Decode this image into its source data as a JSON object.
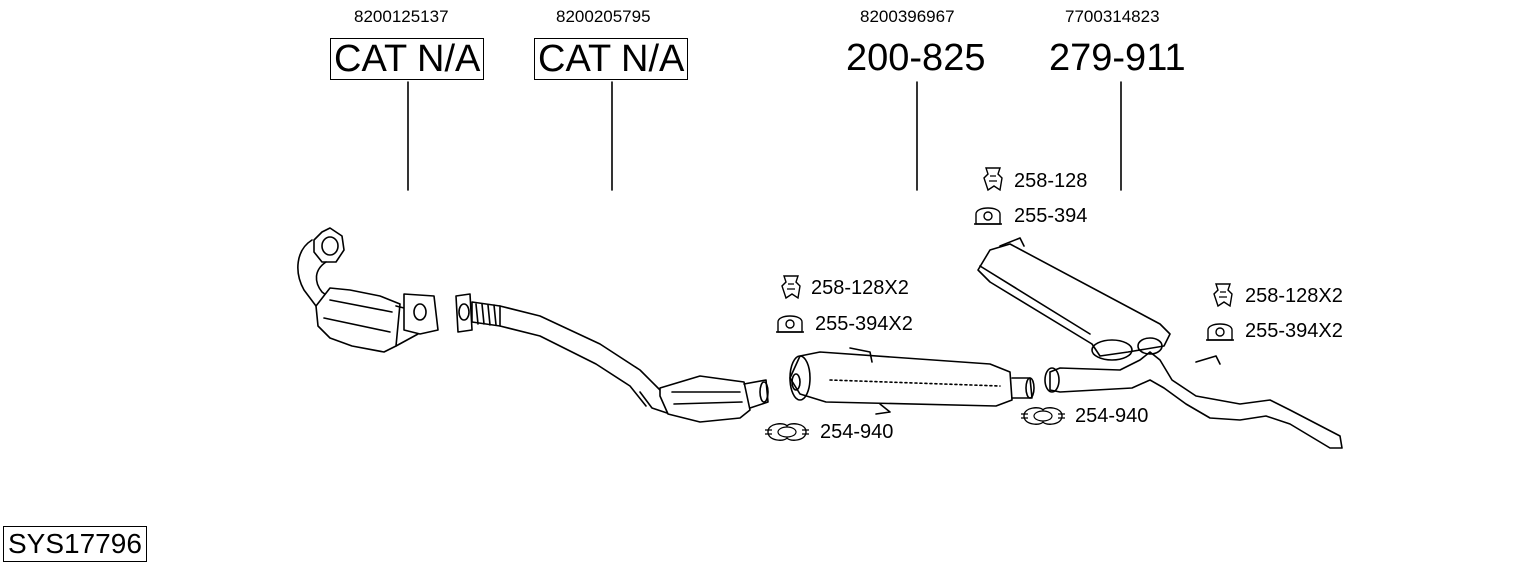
{
  "parts": [
    {
      "oem": "8200125137",
      "code": "CAT N/A"
    },
    {
      "oem": "8200205795",
      "code": "CAT N/A"
    },
    {
      "oem": "8200396967",
      "code": "200-825"
    },
    {
      "oem": "7700314823",
      "code": "279-911"
    }
  ],
  "fittings": {
    "top_bracket": "258-128",
    "top_hanger": "255-394",
    "mid_bracket": "258-128X2",
    "mid_hanger": "255-394X2",
    "right_bracket": "258-128X2",
    "right_hanger": "255-394X2",
    "clamp_left": "254-940",
    "clamp_right": "254-940"
  },
  "system_code": "SYS17796"
}
